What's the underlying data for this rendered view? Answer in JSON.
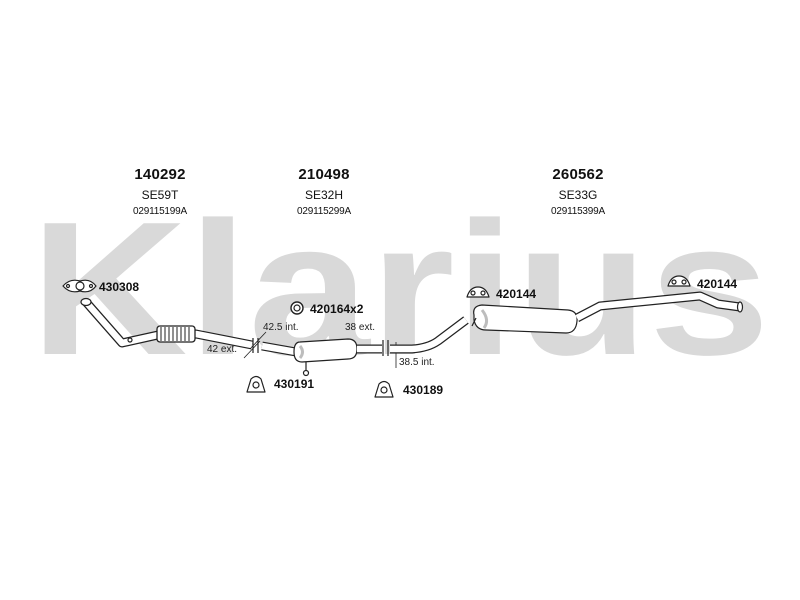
{
  "brand": {
    "watermark": "Klarius"
  },
  "sections": [
    {
      "part_number": "140292",
      "code": "SE59T",
      "oem": "029115199A"
    },
    {
      "part_number": "210498",
      "code": "SE32H",
      "oem": "029115299A"
    },
    {
      "part_number": "260562",
      "code": "SE33G",
      "oem": "029115399A"
    }
  ],
  "fittings": [
    {
      "label": "430308",
      "icon": "clamp-gasket-icon"
    },
    {
      "label": "420164x2",
      "icon": "ring-gasket-icon"
    },
    {
      "label": "420144",
      "icon": "rubber-hanger-icon"
    },
    {
      "label": "420144",
      "icon": "rubber-hanger-icon"
    },
    {
      "label": "430191",
      "icon": "mount-bracket-icon"
    },
    {
      "label": "430189",
      "icon": "mount-bracket-icon"
    }
  ],
  "dimensions": [
    {
      "text": "42.5 int."
    },
    {
      "text": "42 ext."
    },
    {
      "text": "38 ext."
    },
    {
      "text": "38.5 int."
    }
  ],
  "colors": {
    "watermark": "#d9d9d9",
    "line": "#222222",
    "pipe_fill": "#ffffff",
    "shade": "#bdbdbd"
  }
}
